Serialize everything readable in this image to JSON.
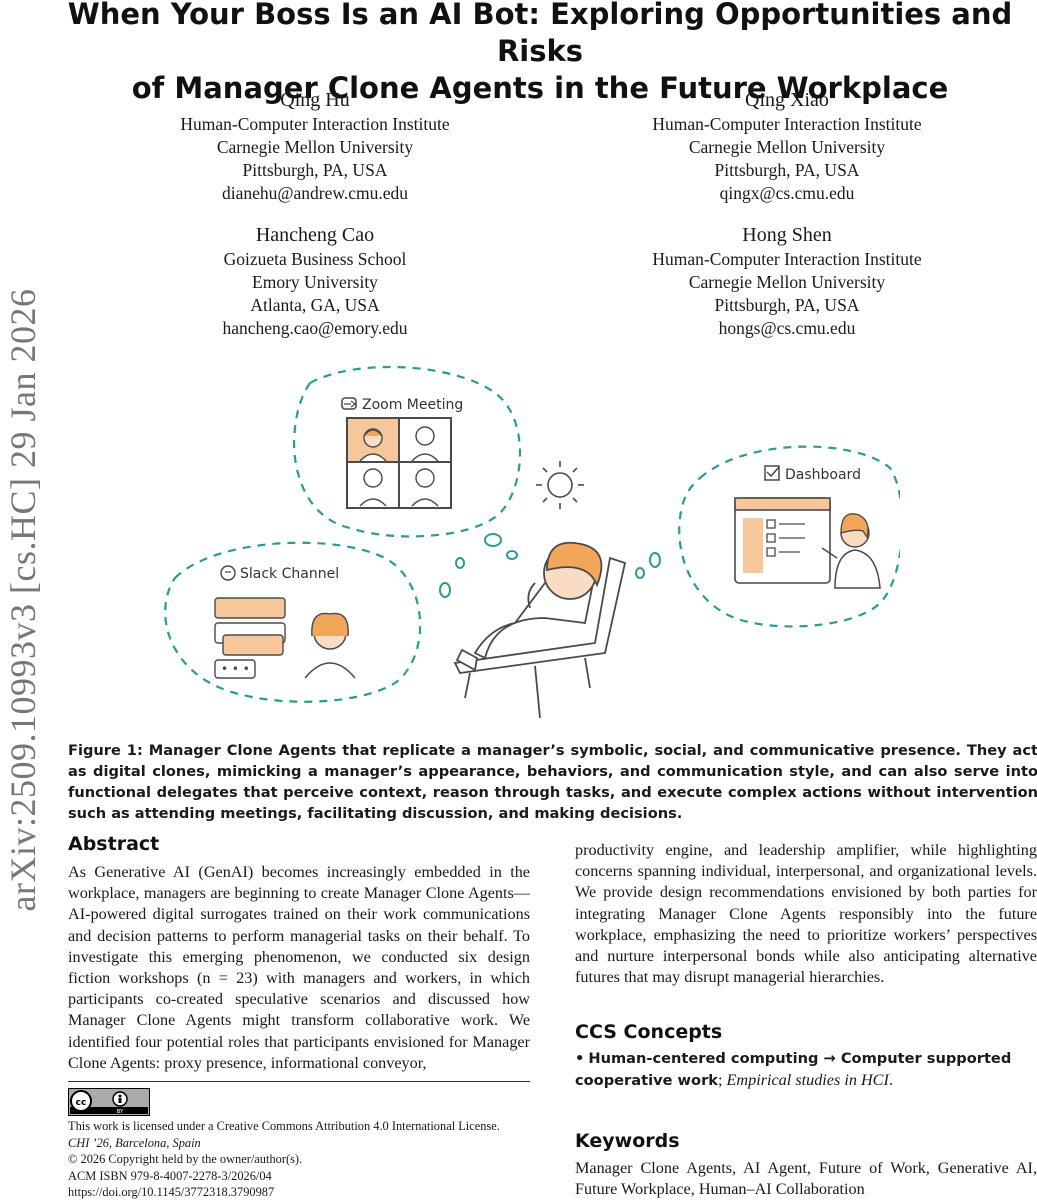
{
  "side_id": "arXiv:2509.10993v3  [cs.HC]  29 Jan 2026",
  "title": {
    "line1": "When Your Boss Is an AI Bot: Exploring Opportunities and Risks",
    "line2": "of Manager Clone Agents in the Future Workplace"
  },
  "authors": [
    {
      "name": "Qing Hu",
      "affiliation1": "Human-Computer Interaction Institute",
      "affiliation2": "Carnegie Mellon University",
      "location": "Pittsburgh, PA, USA",
      "email": "dianehu@andrew.cmu.edu"
    },
    {
      "name": "Qing Xiao",
      "affiliation1": "Human-Computer Interaction Institute",
      "affiliation2": "Carnegie Mellon University",
      "location": "Pittsburgh, PA, USA",
      "email": "qingx@cs.cmu.edu"
    },
    {
      "name": "Hancheng Cao",
      "affiliation1": "Goizueta Business School",
      "affiliation2": "Emory University",
      "location": "Atlanta, GA, USA",
      "email": "hancheng.cao@emory.edu"
    },
    {
      "name": "Hong Shen",
      "affiliation1": "Human-Computer Interaction Institute",
      "affiliation2": "Carnegie Mellon University",
      "location": "Pittsburgh, PA, USA",
      "email": "hongs@cs.cmu.edu"
    }
  ],
  "figure": {
    "zoom_label": "Zoom Meeting",
    "slack_label": "Slack Channel",
    "dashboard_label": "Dashboard",
    "caption": "Figure 1: Manager Clone Agents that replicate a manager’s symbolic, social, and communicative presence. They act as digital clones, mimicking a manager’s appearance, behaviors, and communication style, and can also serve into functional delegates that perceive context, reason through tasks, and execute complex actions without intervention such as attending meetings, facilitating discussion, and making decisions.",
    "colors": {
      "teal": "#2a9a95",
      "orange": "#f2a65a",
      "skin": "#f8dcc4",
      "line": "#4a4a4a"
    }
  },
  "abstract": {
    "heading": "Abstract",
    "text_left": "As Generative AI (GenAI) becomes increasingly embedded in the workplace, managers are beginning to create Manager Clone Agents—AI-powered digital surrogates trained on their work communications and decision patterns to perform managerial tasks on their behalf. To investigate this emerging phenomenon, we conducted six design fiction workshops (n = 23) with managers and workers, in which participants co-created speculative scenarios and discussed how Manager Clone Agents might transform collaborative work. We identified four potential roles that participants envisioned for Manager Clone Agents: proxy presence, informational conveyor,",
    "text_right": "productivity engine, and leadership amplifier, while highlighting concerns spanning individual, interpersonal, and organizational levels. We provide design recommendations envisioned by both parties for integrating Manager Clone Agents responsibly into the future workplace, emphasizing the need to prioritize workers’ perspectives and nurture interpersonal bonds while also anticipating alternative futures that may disrupt managerial hierarchies."
  },
  "license": {
    "badge_text": "BY",
    "line1": "This work is licensed under a Creative Commons Attribution 4.0 International License.",
    "line2": "CHI ’26, Barcelona, Spain",
    "line3": "© 2026 Copyright held by the owner/author(s).",
    "line4": "ACM ISBN 979-8-4007-2278-3/2026/04",
    "line5": "https://doi.org/10.1145/3772318.3790987"
  },
  "ccs": {
    "heading": "CCS Concepts",
    "bullet": "•",
    "bold_text": "Human-centered computing → Computer supported cooperative work",
    "separator": ";",
    "italic_text": "Empirical studies in HCI",
    "end": "."
  },
  "keywords": {
    "heading": "Keywords",
    "text": "Manager Clone Agents, AI Agent, Future of Work, Generative AI, Future Workplace, Human–AI Collaboration"
  }
}
